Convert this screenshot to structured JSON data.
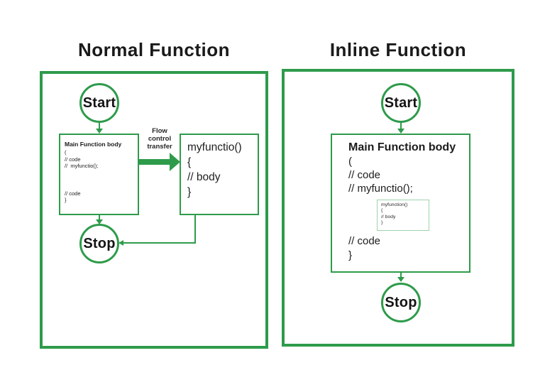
{
  "colors": {
    "green": "#2e9b4b",
    "green_light": "#9ed4ab",
    "text": "#1c1c1c"
  },
  "left": {
    "title": "Normal Function",
    "start": "Start",
    "stop": "Stop",
    "main_box": {
      "heading": "Main Function body",
      "code_top": [
        "(",
        "// code",
        "//  myfunctio();"
      ],
      "code_bottom": [
        "// code",
        "}"
      ]
    },
    "flow_label": [
      "Flow",
      "control",
      "transfer"
    ],
    "func_box": [
      "myfunctio()",
      "{",
      "// body",
      "}"
    ]
  },
  "right": {
    "title": "Inline Function",
    "start": "Start",
    "stop": "Stop",
    "main_box": {
      "heading": "Main Function body",
      "code_top": [
        "(",
        "// code",
        "// myfunctio();"
      ],
      "code_bottom": [
        "// code",
        "}"
      ]
    },
    "inline_box": [
      "myfunction()",
      "{",
      "// body",
      "}"
    ]
  }
}
